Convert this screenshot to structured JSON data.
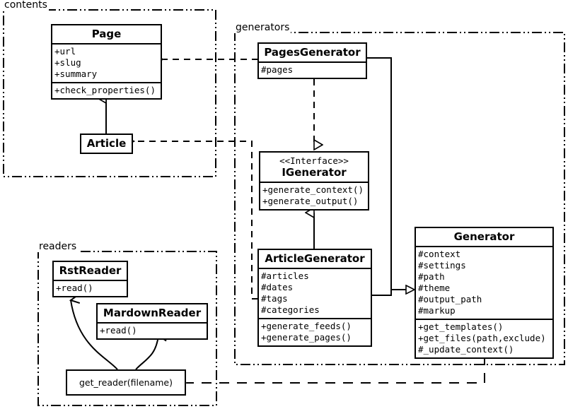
{
  "diagram": {
    "type": "uml-class-diagram",
    "packages": [
      {
        "name": "contents",
        "label": "contents"
      },
      {
        "name": "generators",
        "label": "generators"
      },
      {
        "name": "readers",
        "label": "readers"
      }
    ],
    "classes": {
      "page": {
        "name": "Page",
        "attributes": [
          "+url",
          "+slug",
          "+summary"
        ],
        "methods": [
          "+check_properties()"
        ]
      },
      "article": {
        "name": "Article",
        "attributes": [],
        "methods": []
      },
      "pages_generator": {
        "name": "PagesGenerator",
        "attributes": [
          "#pages"
        ],
        "methods": []
      },
      "igenerator": {
        "stereotype": "<<Interface>>",
        "name": "IGenerator",
        "attributes": [],
        "methods": [
          "+generate_context()",
          "+generate_output()"
        ]
      },
      "article_generator": {
        "name": "ArticleGenerator",
        "attributes": [
          "#articles",
          "#dates",
          "#tags",
          "#categories"
        ],
        "methods": [
          "+generate_feeds()",
          "+generate_pages()"
        ]
      },
      "generator": {
        "name": "Generator",
        "attributes": [
          "#context",
          "#settings",
          "#path",
          "#theme",
          "#output_path",
          "#markup"
        ],
        "methods": [
          "+get_templates()",
          "+get_files(path,exclude)",
          "#_update_context()"
        ]
      },
      "rst_reader": {
        "name": "RstReader",
        "attributes": [],
        "methods": [
          "+read()"
        ]
      },
      "mardown_reader": {
        "name": "MardownReader",
        "attributes": [],
        "methods": [
          "+read()"
        ]
      }
    },
    "functions": {
      "get_reader": {
        "label": "get_reader(filename)"
      }
    },
    "colors": {
      "line": "#000000",
      "fill": "#ffffff",
      "text": "#000000"
    }
  }
}
